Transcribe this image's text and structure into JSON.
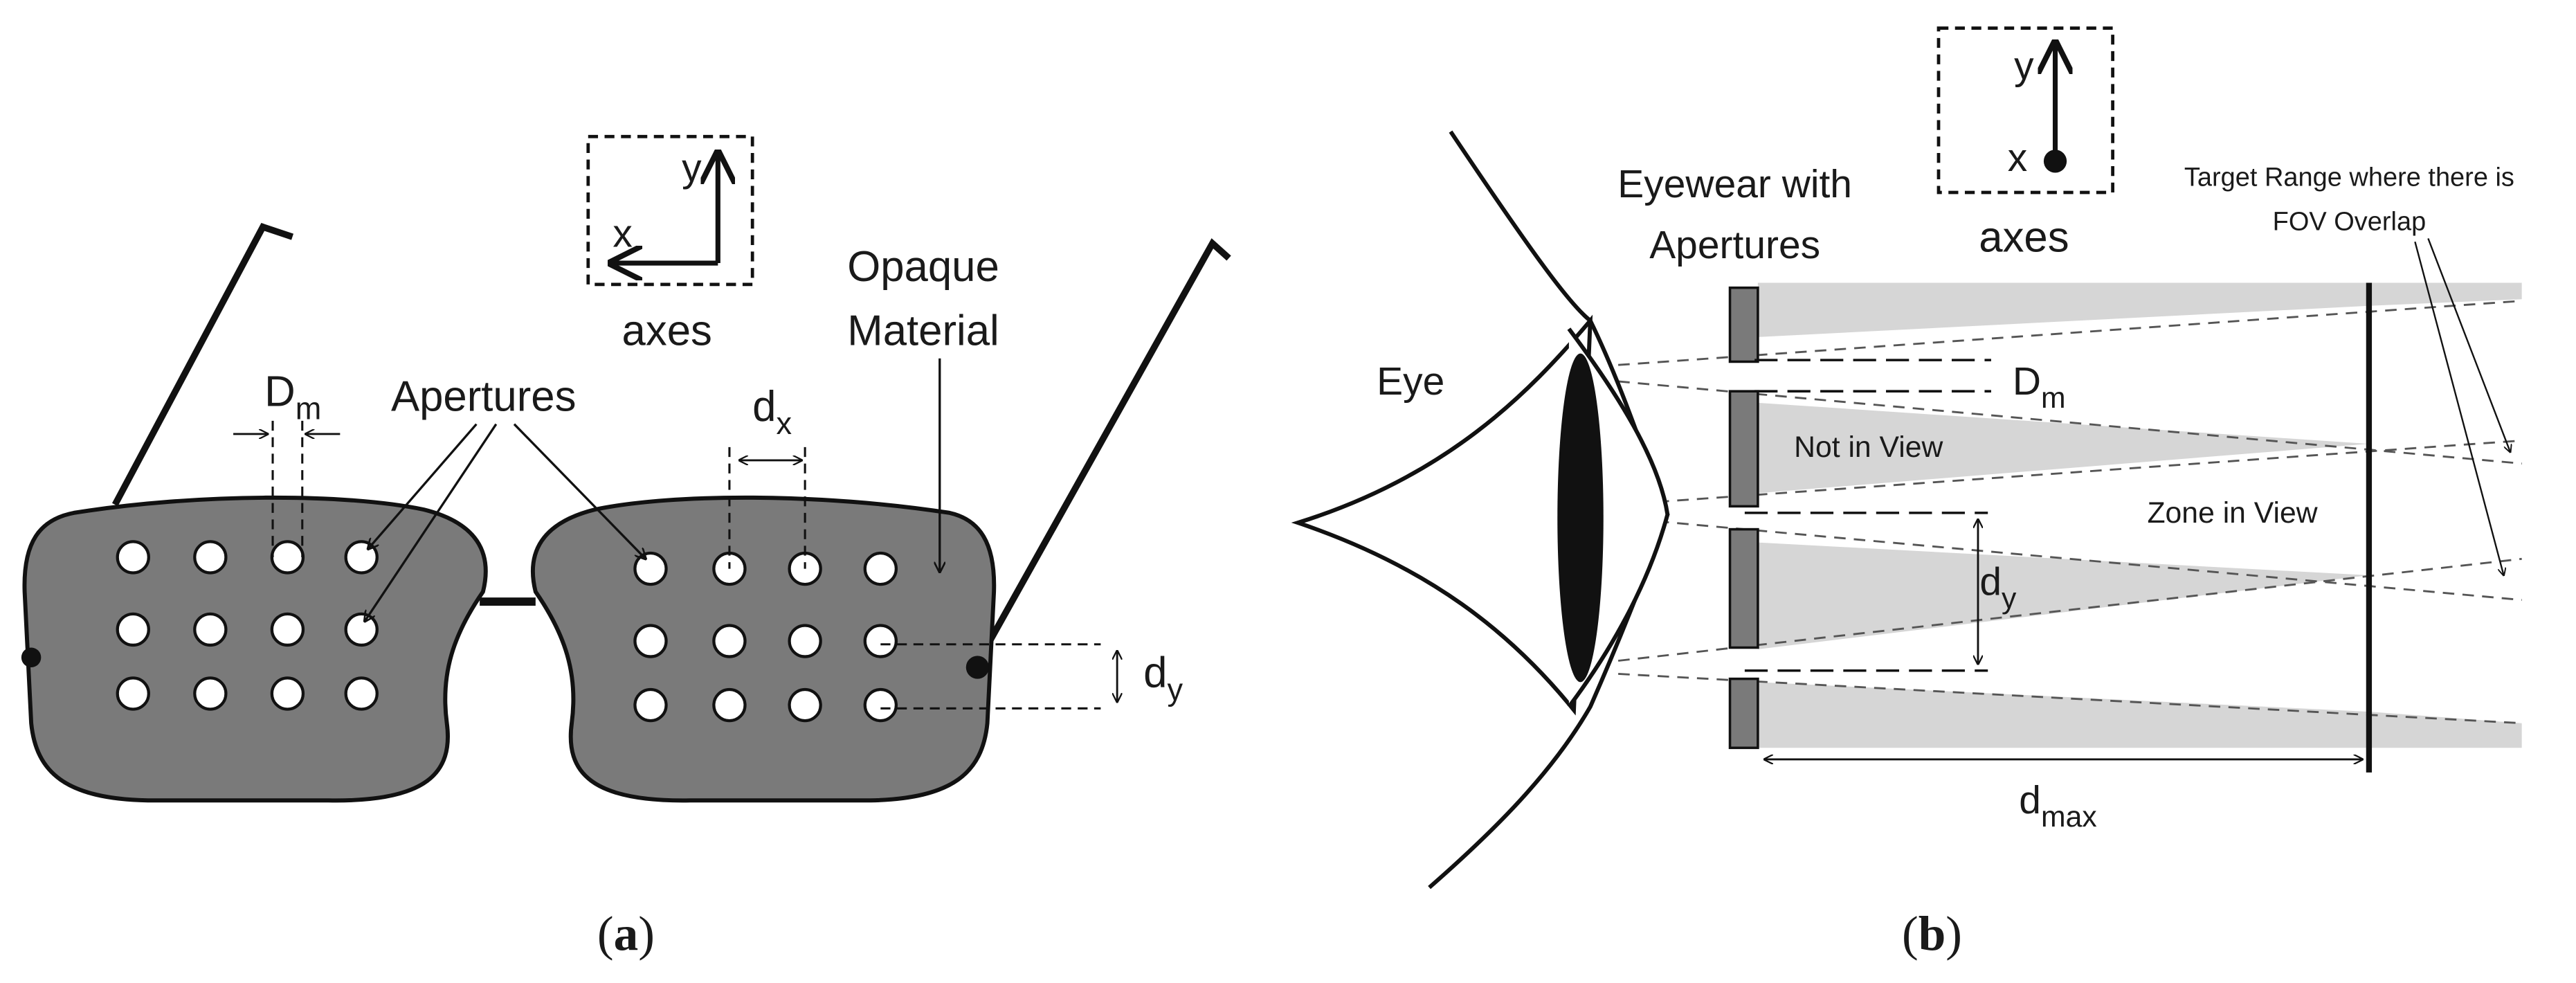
{
  "panel_a": {
    "caption_open": "(",
    "caption_letter": "a",
    "caption_close": ")",
    "axes": {
      "x": "x",
      "y": "y",
      "label": "axes"
    },
    "labels": {
      "Dm": "D",
      "Dm_sub": "m",
      "apertures": "Apertures",
      "dx": "d",
      "dx_sub": "x",
      "opaque_line1": "Opaque",
      "opaque_line2": "Material",
      "dy": "d",
      "dy_sub": "y"
    }
  },
  "panel_b": {
    "caption_open": "(",
    "caption_letter": "b",
    "caption_close": ")",
    "axes": {
      "x": "x",
      "y": "y",
      "label": "axes"
    },
    "labels": {
      "eye": "Eye",
      "eyewear_line1": "Eyewear with",
      "eyewear_line2": "Apertures",
      "target_line1": "Target Range where there is",
      "target_line2": "FOV Overlap",
      "Dm": "D",
      "Dm_sub": "m",
      "not_in_view": "Not in View",
      "zone_in_view": "Zone in View",
      "dy": "d",
      "dy_sub": "y",
      "dmax": "d",
      "dmax_sub": "max"
    }
  },
  "colors": {
    "lens_fill": "#7a7a7a",
    "shade_fill": "#d6d6d6",
    "stroke": "#111111"
  }
}
